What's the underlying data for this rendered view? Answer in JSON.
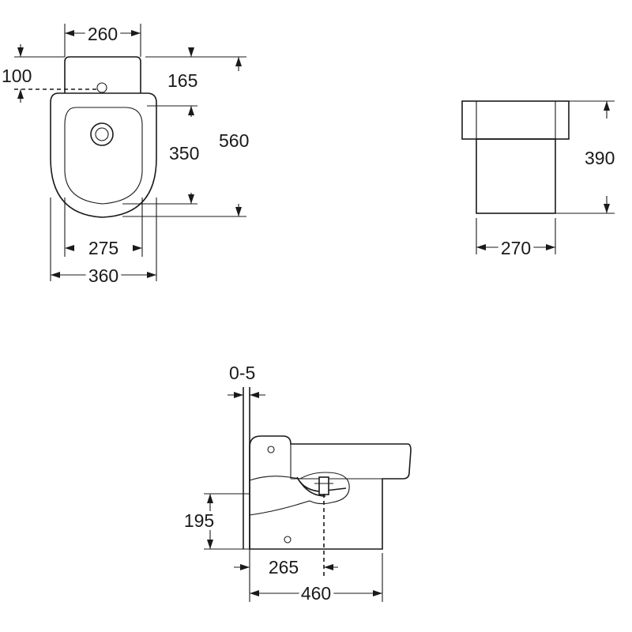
{
  "top_view": {
    "width_260": "260",
    "offset_100": "100",
    "depth_165": "165",
    "bowl_350": "350",
    "length_560": "560",
    "inner_275": "275",
    "outer_360": "360"
  },
  "front_view": {
    "height_390": "390",
    "width_270": "270"
  },
  "side_view": {
    "gap_0_5": "0-5",
    "outlet_195": "195",
    "outlet_265": "265",
    "depth_460": "460"
  }
}
